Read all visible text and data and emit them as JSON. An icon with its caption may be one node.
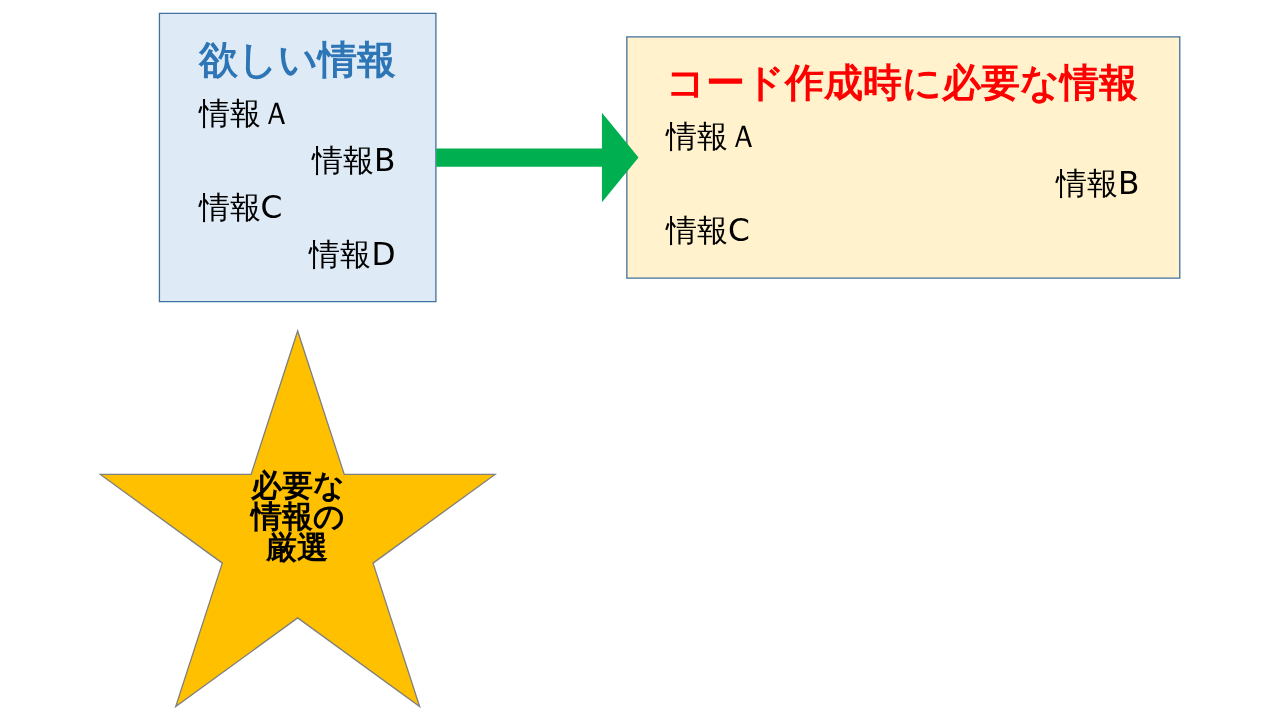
{
  "diagram": {
    "nodes": [
      {
        "text": [
          "欲しい情報",
          "情報Ａ",
          "情報B",
          "情報C",
          "情報D"
        ]
      },
      {
        "text": [
          "コード作成時に必要な情報",
          "情報Ａ",
          "情報B",
          "情報C"
        ]
      },
      {
        "text": [
          "必要な情報の厳選"
        ]
      }
    ],
    "edges": [
      {
        "from": 0,
        "to": 1,
        "arrow": "to",
        "color": "#00b050"
      }
    ]
  }
}
